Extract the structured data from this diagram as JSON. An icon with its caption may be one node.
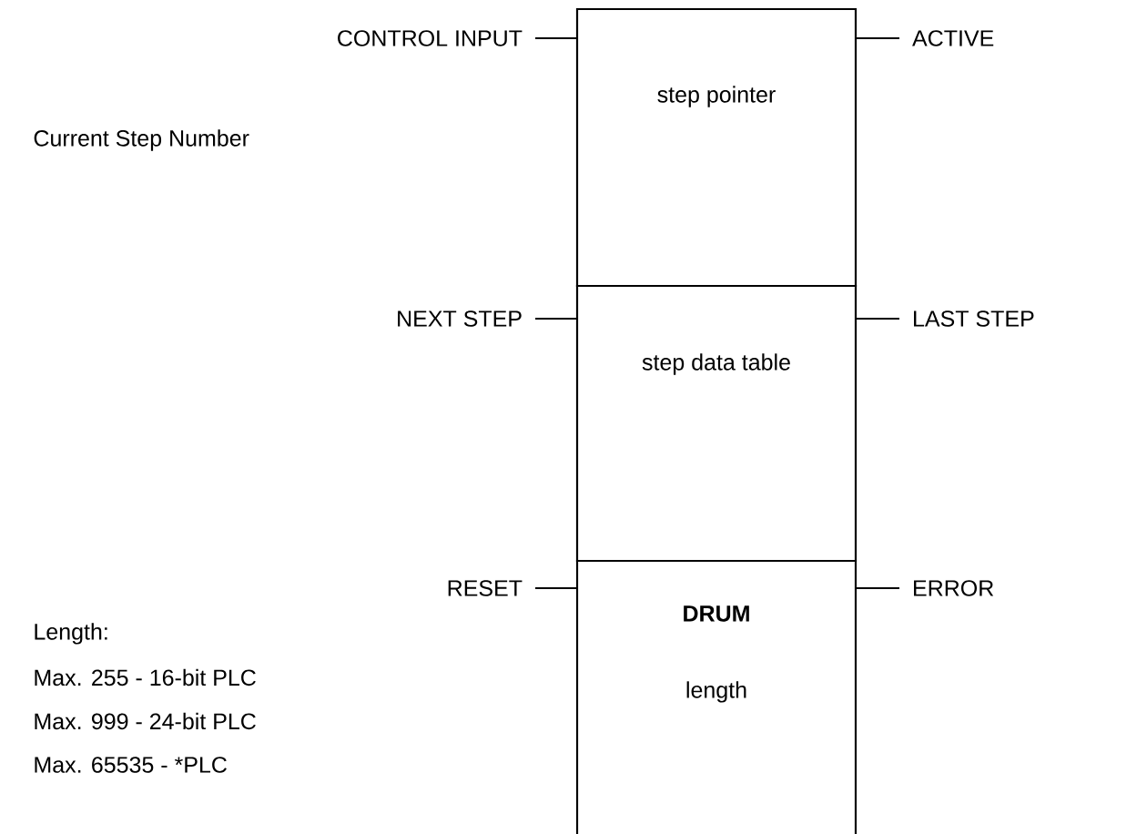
{
  "diagram": {
    "nodes": [
      {
        "text": [
          "step pointer"
        ]
      },
      {
        "text": [
          "step data table"
        ]
      },
      {
        "text": [
          "**DRUM**",
          "length"
        ]
      },
      {
        "text": [
          "CONTROL INPUT"
        ]
      },
      {
        "text": [
          "ACTIVE"
        ]
      },
      {
        "text": [
          "NEXT STEP"
        ]
      },
      {
        "text": [
          "LAST STEP"
        ]
      },
      {
        "text": [
          "RESET"
        ]
      },
      {
        "text": [
          "ERROR"
        ]
      }
    ],
    "edges": [
      {
        "from": 3,
        "to": 0,
        "arrow": "none"
      },
      {
        "from": 0,
        "to": 4,
        "arrow": "none"
      },
      {
        "from": 5,
        "to": 1,
        "arrow": "none"
      },
      {
        "from": 1,
        "to": 6,
        "arrow": "none"
      },
      {
        "from": 7,
        "to": 2,
        "arrow": "none"
      },
      {
        "from": 2,
        "to": 8,
        "arrow": "none"
      }
    ],
    "labels": [
      "Current Step Number",
      "Length:",
      "Max. 255 - 16-bit PLC",
      "Max. 999 - 24-bit PLC",
      "Max. 65535 - *PLC"
    ]
  }
}
